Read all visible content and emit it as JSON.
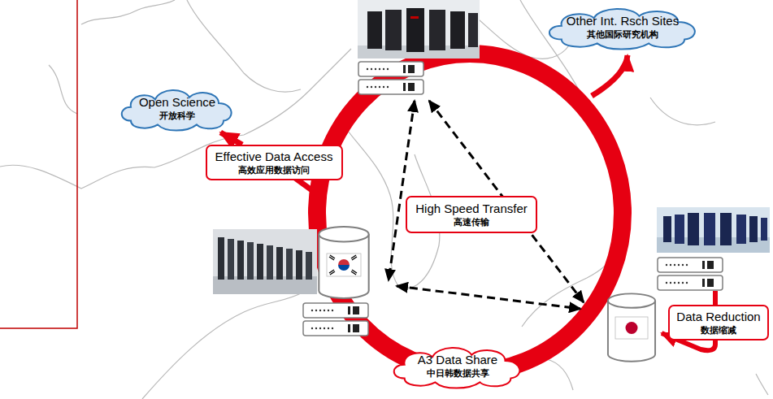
{
  "diagram": {
    "nodes": [
      {
        "text": [
          "Open Science",
          "开放科学"
        ]
      },
      {
        "text": [
          "Other Int. Rsch Sites",
          "其他国际研究机构"
        ]
      },
      {
        "text": [
          "Effective Data Access",
          "高效应用数据访问"
        ]
      },
      {
        "text": [
          "High Speed Transfer",
          "高速传输"
        ]
      },
      {
        "text": [
          "Data Reduction",
          "数据缩减"
        ]
      },
      {
        "text": [
          "A3 Data Share",
          "中日韩数据共享"
        ]
      }
    ],
    "edges": [
      {
        "from": 2,
        "to": 0,
        "arrow": "to"
      }
    ]
  }
}
